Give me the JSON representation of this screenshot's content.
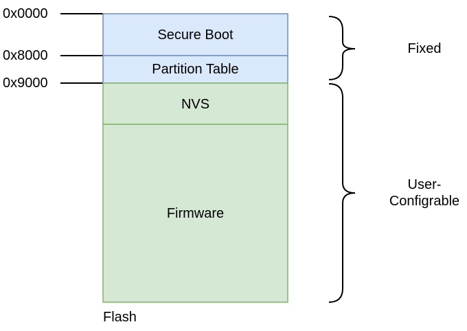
{
  "diagram": {
    "caption": "Flash",
    "addresses": [
      "0x0000",
      "0x8000",
      "0x9000"
    ],
    "blocks": [
      {
        "label": "Secure Boot",
        "fill": "#dae8fc",
        "stroke": "#6c8ebf"
      },
      {
        "label": "Partition Table",
        "fill": "#dae8fc",
        "stroke": "#6c8ebf"
      },
      {
        "label": "NVS",
        "fill": "#d5e8d4",
        "stroke": "#82b366"
      },
      {
        "label": "Firmware",
        "fill": "#d5e8d4",
        "stroke": "#82b366"
      }
    ],
    "groups": [
      {
        "label": "Fixed"
      },
      {
        "label": "User-\nConfigrable"
      }
    ]
  }
}
